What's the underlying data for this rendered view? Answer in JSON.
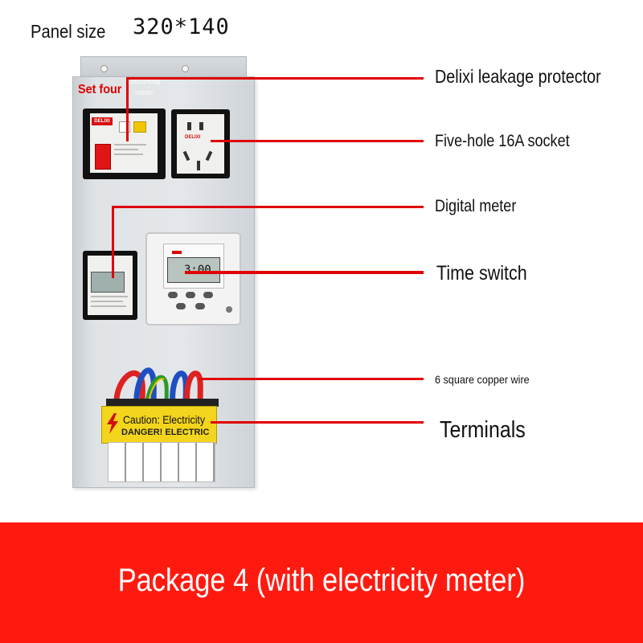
{
  "header": {
    "panel_size_label": "Panel size",
    "panel_size_value": "320*140"
  },
  "panel": {
    "set_label": "Set four",
    "meter_tag": "Electricity",
    "meter_tag2": "meter",
    "breaker_brand": "DELIXI",
    "socket_brand": "DELIXI",
    "timer_display": "3:00",
    "caution_label": "Caution: Electricity",
    "danger_label": "DANGER! ELECTRIC"
  },
  "callouts": [
    {
      "label": "Delixi leakage protector"
    },
    {
      "label": "Five-hole 16A socket"
    },
    {
      "label": "Digital meter"
    },
    {
      "label": "Time switch"
    },
    {
      "label": "6 square copper wire"
    },
    {
      "label": "Terminals"
    }
  ],
  "banner": {
    "text": "Package 4 (with electricity meter)"
  },
  "colors": {
    "accent_red": "#e00000",
    "banner_red": "#ff1a10",
    "panel_gray": "#e2e5e8",
    "warning_yellow": "#f2d51c"
  }
}
